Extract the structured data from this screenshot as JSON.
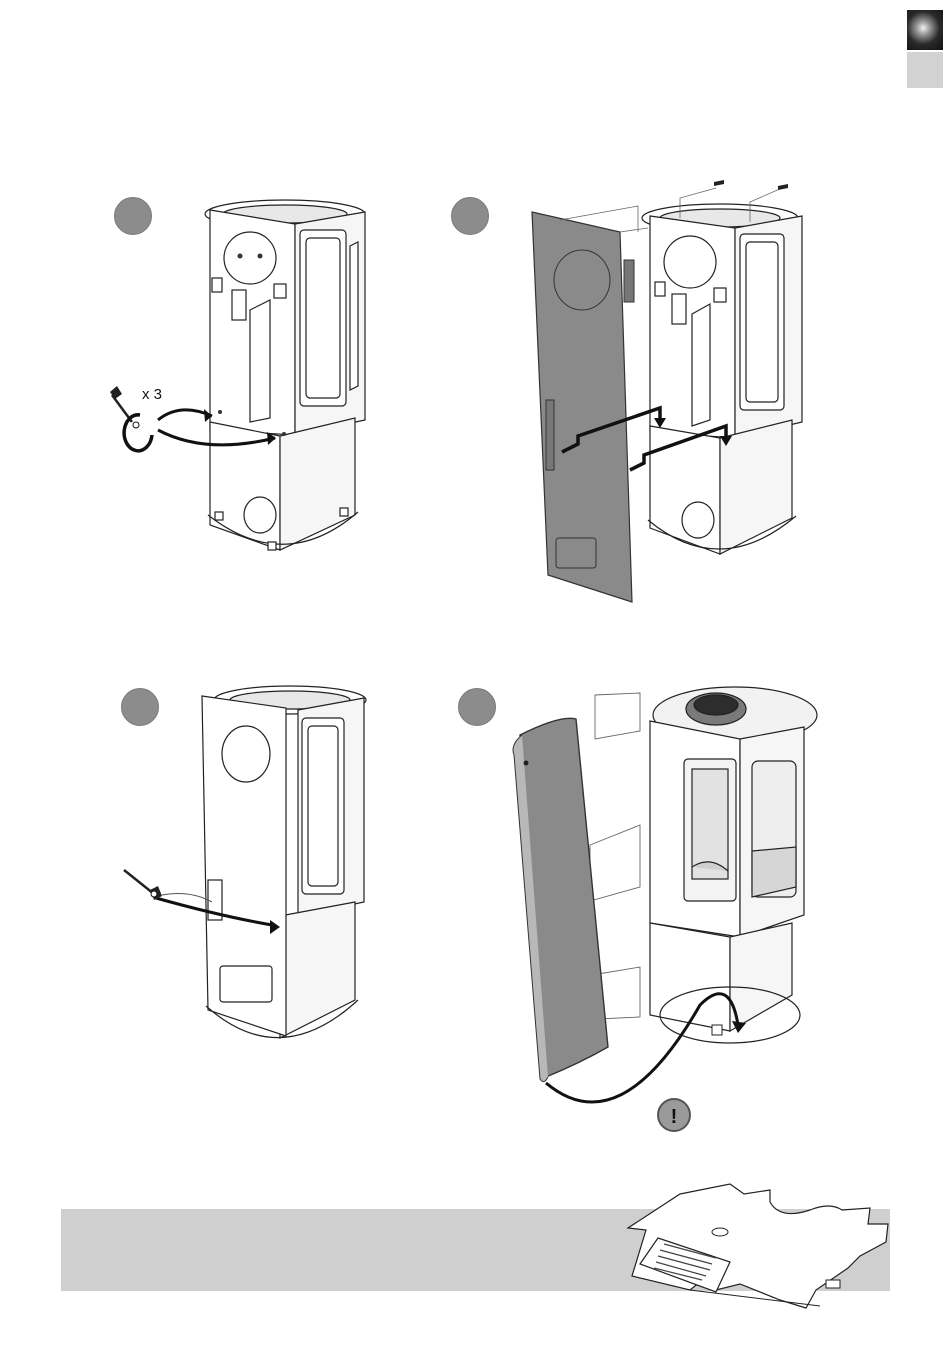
{
  "page": {
    "corner_tabs": [
      {
        "icon": "dark-radial-tab-icon",
        "color": "#1e1e1e"
      },
      {
        "icon": "light-grey-tab",
        "color": "#d2d2d2"
      }
    ]
  },
  "steps": [
    {
      "id": 1,
      "badge_color": "#8c8c8c",
      "annotation": "x 3",
      "tool": "screwdriver-icon"
    },
    {
      "id": 2,
      "badge_color": "#8c8c8c",
      "tool": "screw-icon"
    },
    {
      "id": 3,
      "badge_color": "#8c8c8c",
      "tool": "screwdriver-icon"
    },
    {
      "id": 4,
      "badge_color": "#8c8c8c",
      "warning": "!"
    }
  ],
  "note": {
    "band_color": "#cfcfcf",
    "illustration": "data-plate-label-illustration"
  }
}
